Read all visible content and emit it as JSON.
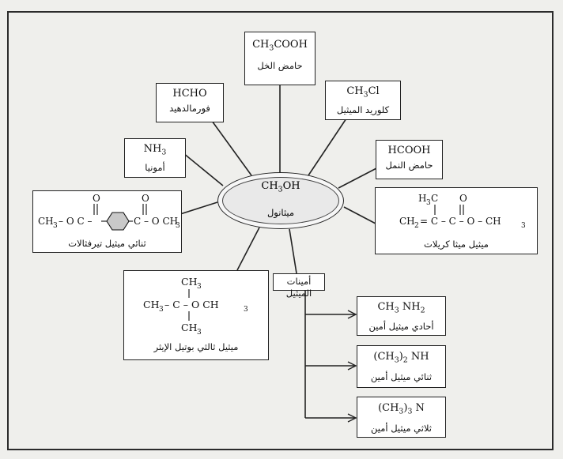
{
  "center": {
    "formula": "CH3OH",
    "name": "ميثانول"
  },
  "products": {
    "acetic_acid": {
      "formula": "CH3COOH",
      "name": "حامض الخل"
    },
    "methyl_chloride": {
      "formula": "CH3Cl",
      "name": "كلوريد الميثيل"
    },
    "formaldehyde": {
      "formula": "HCHO",
      "name": "فورمالدهيد"
    },
    "formic_acid": {
      "formula": "HCOOH",
      "name": "حامض النمل"
    },
    "ammonia": {
      "formula": "NH3",
      "name": "أمونيا"
    },
    "dimethyl_terephthalate": {
      "name": "ثنائي ميثيل تيرفثالات"
    },
    "methyl_methacrylate": {
      "name": "ميثيل ميثا كريلات"
    },
    "mtbe": {
      "name": "ميثيل ثالثي بوتيل الإيثر"
    },
    "methyl_amines": {
      "label": "أمينات الميثيل",
      "items": [
        {
          "formula": "CH3 NH2",
          "name": "أحادي ميثيل أمين"
        },
        {
          "formula": "(CH3)2 NH",
          "name": "ثنائي ميثيل أمين"
        },
        {
          "formula": "(CH3)3 N",
          "name": "ثلاثي ميثيل أمين"
        }
      ]
    }
  }
}
